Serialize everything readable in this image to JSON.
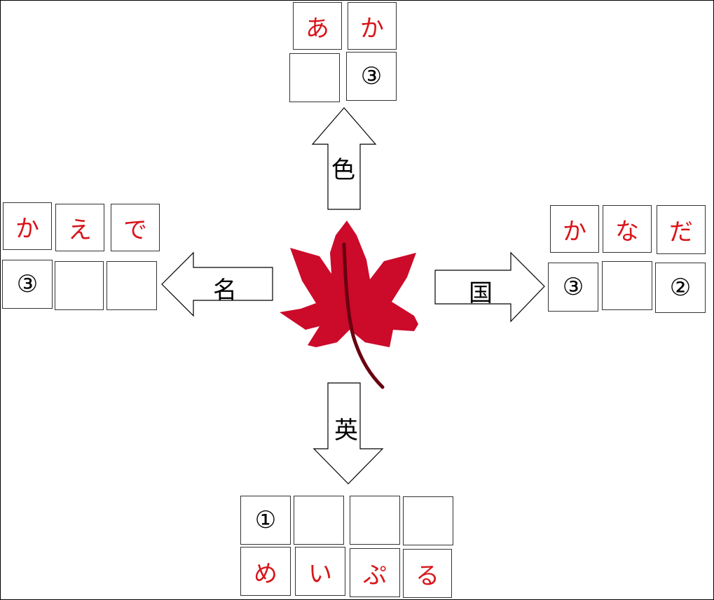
{
  "center_image": "maple-leaf",
  "colors": {
    "answer_text": "#d9141a",
    "leaf": "#cc0a2a",
    "stem": "#6a0010"
  },
  "up": {
    "label": "色",
    "answer": [
      "あ",
      "か"
    ],
    "clues": [
      "",
      "③"
    ]
  },
  "left": {
    "label": "名",
    "answer": [
      "か",
      "え",
      "で"
    ],
    "clues": [
      "③",
      "",
      ""
    ]
  },
  "right": {
    "label": "国",
    "answer": [
      "か",
      "な",
      "だ"
    ],
    "clues": [
      "③",
      "",
      "②"
    ]
  },
  "down": {
    "label": "英",
    "clues": [
      "①",
      "",
      "",
      ""
    ],
    "answer": [
      "め",
      "い",
      "ぷ",
      "る"
    ]
  }
}
